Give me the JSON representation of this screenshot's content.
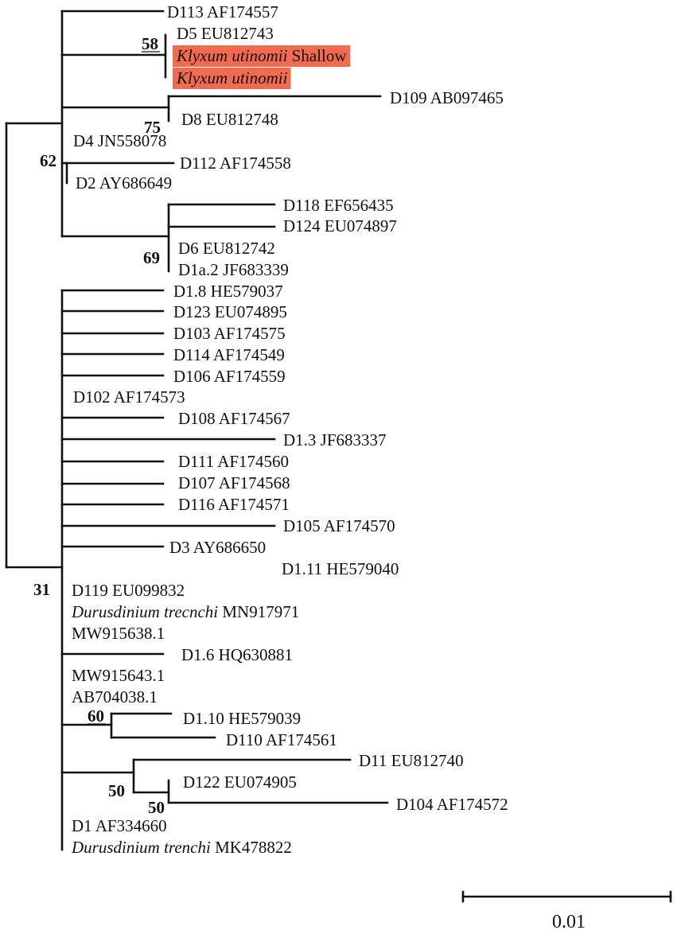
{
  "tree": {
    "leaves": [
      {
        "id": "d113",
        "parts": [
          {
            "t": "D113 AF174557"
          }
        ]
      },
      {
        "id": "d5",
        "parts": [
          {
            "t": "D5 EU812743"
          }
        ]
      },
      {
        "id": "klyx-shallow",
        "parts": [
          {
            "t": "Klyxum utinomii",
            "i": true
          },
          {
            "t": " Shallow"
          }
        ],
        "highlight": "#f26a4f"
      },
      {
        "id": "klyx",
        "parts": [
          {
            "t": "Klyxum utinomii",
            "i": true
          }
        ],
        "highlight": "#f26a4f"
      },
      {
        "id": "d109",
        "parts": [
          {
            "t": "D109 AB097465"
          }
        ]
      },
      {
        "id": "d8",
        "parts": [
          {
            "t": "D8 EU812748"
          }
        ]
      },
      {
        "id": "d4",
        "parts": [
          {
            "t": "D4 JN558078"
          }
        ]
      },
      {
        "id": "d112",
        "parts": [
          {
            "t": "D112 AF174558"
          }
        ]
      },
      {
        "id": "d2",
        "parts": [
          {
            "t": "D2 AY686649"
          }
        ]
      },
      {
        "id": "d118",
        "parts": [
          {
            "t": "D118 EF656435"
          }
        ]
      },
      {
        "id": "d124",
        "parts": [
          {
            "t": "D124 EU074897"
          }
        ]
      },
      {
        "id": "d6",
        "parts": [
          {
            "t": "D6 EU812742"
          }
        ]
      },
      {
        "id": "d1a2",
        "parts": [
          {
            "t": "D1a.2 JF683339"
          }
        ]
      },
      {
        "id": "d1-8",
        "parts": [
          {
            "t": "D1.8 HE579037"
          }
        ]
      },
      {
        "id": "d123",
        "parts": [
          {
            "t": "D123 EU074895"
          }
        ]
      },
      {
        "id": "d103",
        "parts": [
          {
            "t": "D103 AF174575"
          }
        ]
      },
      {
        "id": "d114",
        "parts": [
          {
            "t": "D114 AF174549"
          }
        ]
      },
      {
        "id": "d106",
        "parts": [
          {
            "t": "D106 AF174559"
          }
        ]
      },
      {
        "id": "d102",
        "parts": [
          {
            "t": "D102 AF174573"
          }
        ]
      },
      {
        "id": "d108",
        "parts": [
          {
            "t": "D108 AF174567"
          }
        ]
      },
      {
        "id": "d1-3",
        "parts": [
          {
            "t": "D1.3 JF683337"
          }
        ]
      },
      {
        "id": "d111",
        "parts": [
          {
            "t": "D111 AF174560"
          }
        ]
      },
      {
        "id": "d107",
        "parts": [
          {
            "t": "D107 AF174568"
          }
        ]
      },
      {
        "id": "d116",
        "parts": [
          {
            "t": "D116 AF174571"
          }
        ]
      },
      {
        "id": "d105",
        "parts": [
          {
            "t": "D105 AF174570"
          }
        ]
      },
      {
        "id": "d3",
        "parts": [
          {
            "t": "D3 AY686650"
          }
        ]
      },
      {
        "id": "d1-11",
        "parts": [
          {
            "t": "D1.11 HE579040"
          }
        ]
      },
      {
        "id": "d119",
        "parts": [
          {
            "t": "D119 EU099832"
          }
        ]
      },
      {
        "id": "durus-trecnchi",
        "parts": [
          {
            "t": "Durusdinium trecnchi",
            "i": true
          },
          {
            "t": " MN917971"
          }
        ]
      },
      {
        "id": "mw915638",
        "parts": [
          {
            "t": "MW915638.1"
          }
        ]
      },
      {
        "id": "d1-6",
        "parts": [
          {
            "t": "D1.6 HQ630881"
          }
        ]
      },
      {
        "id": "mw915643",
        "parts": [
          {
            "t": "MW915643.1"
          }
        ]
      },
      {
        "id": "ab704038",
        "parts": [
          {
            "t": "AB704038.1"
          }
        ]
      },
      {
        "id": "d1-10",
        "parts": [
          {
            "t": "D1.10 HE579039"
          }
        ]
      },
      {
        "id": "d110",
        "parts": [
          {
            "t": "D110 AF174561"
          }
        ]
      },
      {
        "id": "d11",
        "parts": [
          {
            "t": "D11 EU812740"
          }
        ]
      },
      {
        "id": "d122",
        "parts": [
          {
            "t": "D122 EU074905"
          }
        ]
      },
      {
        "id": "d104",
        "parts": [
          {
            "t": "D104 AF174572"
          }
        ]
      },
      {
        "id": "d1",
        "parts": [
          {
            "t": "D1 AF334660"
          }
        ]
      },
      {
        "id": "durus-trenchi",
        "parts": [
          {
            "t": "Durusdinium trenchi",
            "i": true
          },
          {
            "t": " MK478822"
          }
        ]
      }
    ],
    "support_values": [
      {
        "id": "bs-58",
        "value": "58"
      },
      {
        "id": "bs-75",
        "value": "75"
      },
      {
        "id": "bs-62",
        "value": "62"
      },
      {
        "id": "bs-69",
        "value": "69"
      },
      {
        "id": "bs-31",
        "value": "31"
      },
      {
        "id": "bs-60",
        "value": "60"
      },
      {
        "id": "bs-50a",
        "value": "50"
      },
      {
        "id": "bs-50b",
        "value": "50"
      }
    ],
    "scale_bar": {
      "label": "0.01"
    }
  }
}
